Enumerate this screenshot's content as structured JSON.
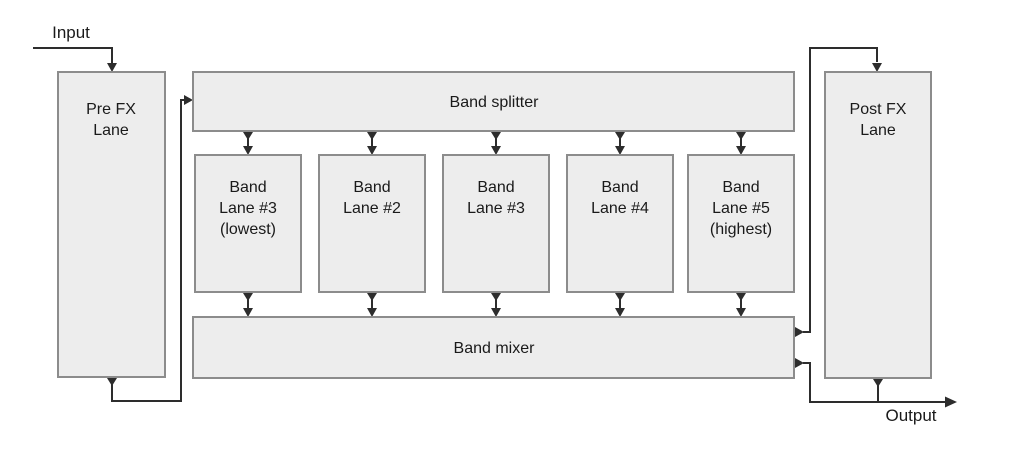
{
  "diagram": {
    "io": {
      "input_label": "Input",
      "output_label": "Output"
    },
    "nodes": {
      "pre_fx": {
        "lines": [
          "Pre FX",
          "Lane"
        ]
      },
      "splitter": {
        "label": "Band splitter"
      },
      "lanes": [
        {
          "lines": [
            "Band",
            "Lane #3",
            "(lowest)"
          ]
        },
        {
          "lines": [
            "Band",
            "Lane #2"
          ]
        },
        {
          "lines": [
            "Band",
            "Lane #3"
          ]
        },
        {
          "lines": [
            "Band",
            "Lane #4"
          ]
        },
        {
          "lines": [
            "Band",
            "Lane #5",
            "(highest)"
          ]
        }
      ],
      "mixer": {
        "label": "Band mixer"
      },
      "post_fx": {
        "lines": [
          "Post FX",
          "Lane"
        ]
      }
    },
    "colors": {
      "box_fill": "#ededed",
      "box_border": "#8c8c8c",
      "line": "#2d2d2d",
      "text": "#1a1a1a",
      "background": "#ffffff"
    }
  }
}
